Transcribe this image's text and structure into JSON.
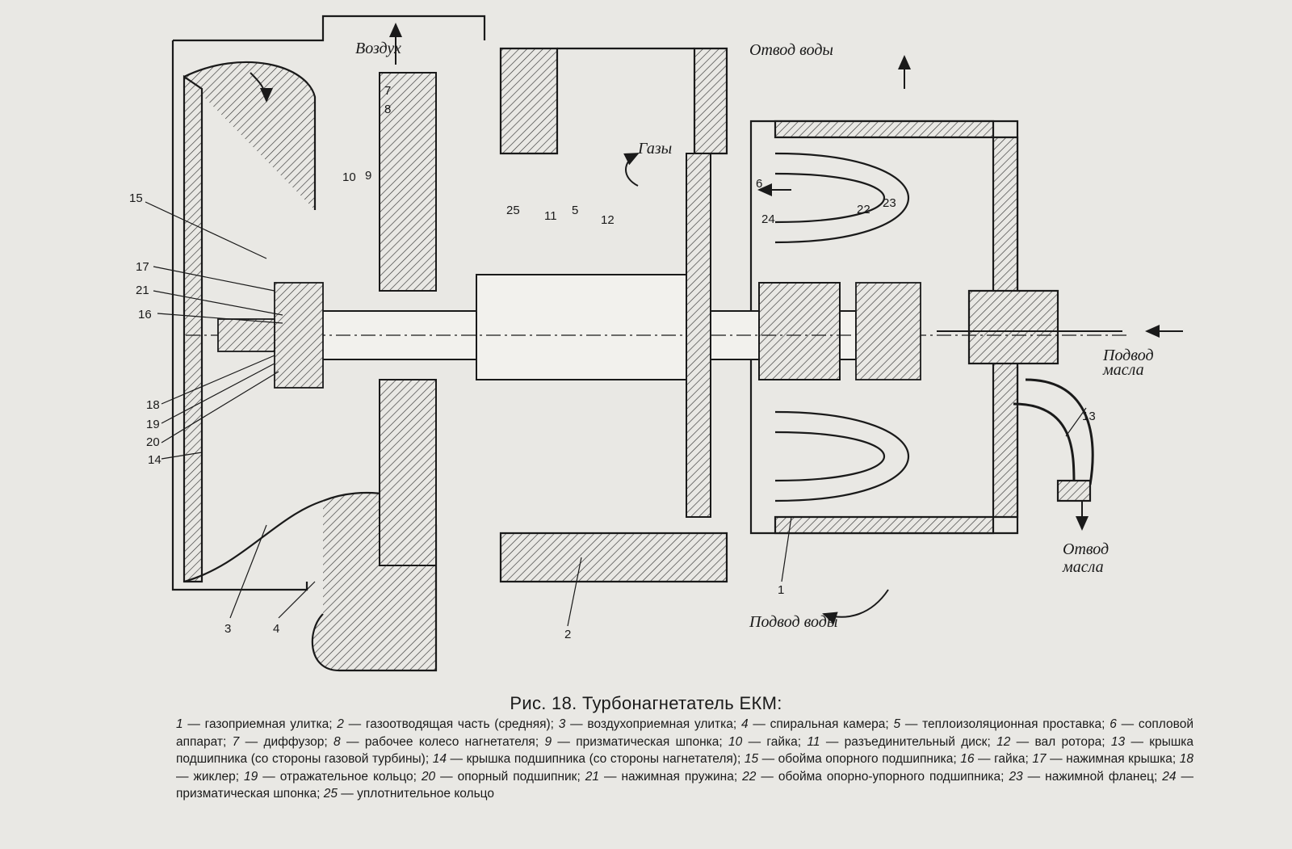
{
  "figure": {
    "flow_labels": {
      "air": "Воздух",
      "gases": "Газы",
      "water_out": "Отвод воды",
      "water_in": "Подвод воды",
      "oil_in": "Подвод масла",
      "oil_in_l1": "Подвод",
      "oil_in_l2": "масла",
      "oil_out_l1": "Отвод",
      "oil_out_l2": "масла"
    },
    "callouts": [
      "1",
      "2",
      "3",
      "4",
      "5",
      "6",
      "7",
      "8",
      "9",
      "10",
      "11",
      "12",
      "13",
      "14",
      "15",
      "16",
      "17",
      "18",
      "19",
      "20",
      "21",
      "22",
      "23",
      "24",
      "25"
    ],
    "caption": "Рис. 18. Турбонагнетатель ЕКМ:",
    "legend": [
      {
        "num": "1",
        "text": "газоприемная улитка;"
      },
      {
        "num": "2",
        "text": "газоотводящая часть (средняя);"
      },
      {
        "num": "3",
        "text": "воздухоприемная улитка;"
      },
      {
        "num": "4",
        "text": "спиральная камера;"
      },
      {
        "num": "5",
        "text": "теплоизоляционная проставка;"
      },
      {
        "num": "6",
        "text": "сопловой аппарат;"
      },
      {
        "num": "7",
        "text": "диффузор;"
      },
      {
        "num": "8",
        "text": "рабочее колесо нагнетателя;"
      },
      {
        "num": "9",
        "text": "призматическая шпонка;"
      },
      {
        "num": "10",
        "text": "гайка;"
      },
      {
        "num": "11",
        "text": "разъединительный диск;"
      },
      {
        "num": "12",
        "text": "вал ротора;"
      },
      {
        "num": "13",
        "text": "крышка подшипника (со стороны газовой турбины);"
      },
      {
        "num": "14",
        "text": "крышка подшипника (со стороны нагнетателя);"
      },
      {
        "num": "15",
        "text": "обойма опорного подшипника;"
      },
      {
        "num": "16",
        "text": "гайка;"
      },
      {
        "num": "17",
        "text": "нажимная крышка;"
      },
      {
        "num": "18",
        "text": "жиклер;"
      },
      {
        "num": "19",
        "text": "отражательное кольцо;"
      },
      {
        "num": "20",
        "text": "опорный подшипник;"
      },
      {
        "num": "21",
        "text": "нажимная пружина;"
      },
      {
        "num": "22",
        "text": "обойма опорно-упорного подшипника;"
      },
      {
        "num": "23",
        "text": "нажимной фланец;"
      },
      {
        "num": "24",
        "text": "призматическая шпонка;"
      },
      {
        "num": "25",
        "text": "уплотнительное кольцо"
      }
    ],
    "dash": "—"
  }
}
